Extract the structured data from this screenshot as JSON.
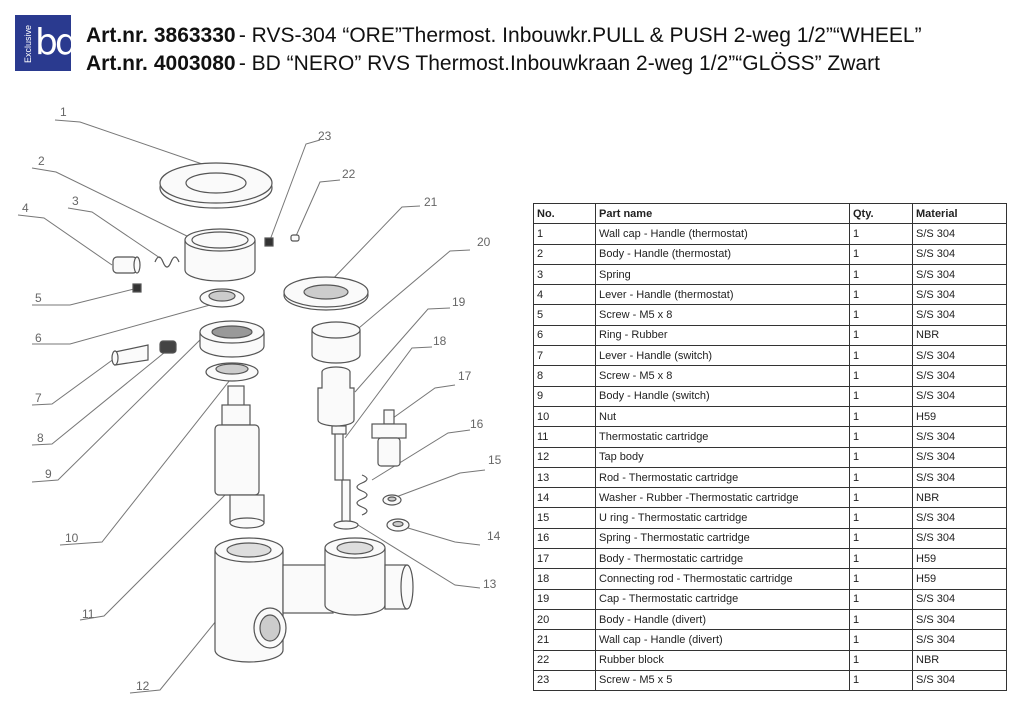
{
  "header": {
    "logo": {
      "brand": "Exclusive",
      "mark": "bd"
    },
    "lines": [
      {
        "label": "Art.nr.",
        "number": "3863330",
        "description": "- RVS-304 “ORE”Thermost. Inbouwkr.PULL & PUSH 2-weg 1/2”“WHEEL”"
      },
      {
        "label": "Art.nr.",
        "number": "4003080",
        "description": "- BD “NERO” RVS Thermost.Inbouwkraan 2-weg 1/2”“GLÖSS” Zwart"
      }
    ]
  },
  "diagram": {
    "callouts": [
      "1",
      "2",
      "3",
      "4",
      "5",
      "6",
      "7",
      "8",
      "9",
      "10",
      "11",
      "12",
      "13",
      "14",
      "15",
      "16",
      "17",
      "18",
      "19",
      "20",
      "21",
      "22",
      "23"
    ]
  },
  "table": {
    "headers": [
      "No.",
      "Part name",
      "Qty.",
      "Material"
    ],
    "rows": [
      [
        "1",
        "Wall cap - Handle (thermostat)",
        "1",
        "S/S 304"
      ],
      [
        "2",
        "Body - Handle (thermostat)",
        "1",
        "S/S 304"
      ],
      [
        "3",
        "Spring",
        "1",
        "S/S 304"
      ],
      [
        "4",
        "Lever - Handle (thermostat)",
        "1",
        "S/S 304"
      ],
      [
        "5",
        "Screw - M5 x 8",
        "1",
        "S/S 304"
      ],
      [
        "6",
        "Ring - Rubber",
        "1",
        "NBR"
      ],
      [
        "7",
        "Lever - Handle (switch)",
        "1",
        "S/S 304"
      ],
      [
        "8",
        "Screw - M5 x 8",
        "1",
        "S/S 304"
      ],
      [
        "9",
        "Body - Handle (switch)",
        "1",
        "S/S 304"
      ],
      [
        "10",
        "Nut",
        "1",
        "H59"
      ],
      [
        "11",
        "Thermostatic cartridge",
        "1",
        "S/S 304"
      ],
      [
        "12",
        "Tap body",
        "1",
        "S/S 304"
      ],
      [
        "13",
        "Rod - Thermostatic cartridge",
        "1",
        "S/S 304"
      ],
      [
        "14",
        "Washer - Rubber -Thermostatic cartridge",
        "1",
        "NBR"
      ],
      [
        "15",
        "U ring - Thermostatic cartridge",
        "1",
        "S/S 304"
      ],
      [
        "16",
        "Spring - Thermostatic cartridge",
        "1",
        "S/S 304"
      ],
      [
        "17",
        "Body - Thermostatic cartridge",
        "1",
        "H59"
      ],
      [
        "18",
        "Connecting rod - Thermostatic cartridge",
        "1",
        "H59"
      ],
      [
        "19",
        "Cap - Thermostatic cartridge",
        "1",
        "S/S 304"
      ],
      [
        "20",
        "Body - Handle (divert)",
        "1",
        "S/S 304"
      ],
      [
        "21",
        "Wall cap - Handle (divert)",
        "1",
        "S/S 304"
      ],
      [
        "22",
        "Rubber block",
        "1",
        "NBR"
      ],
      [
        "23",
        "Screw - M5 x 5",
        "1",
        "S/S 304"
      ]
    ]
  }
}
